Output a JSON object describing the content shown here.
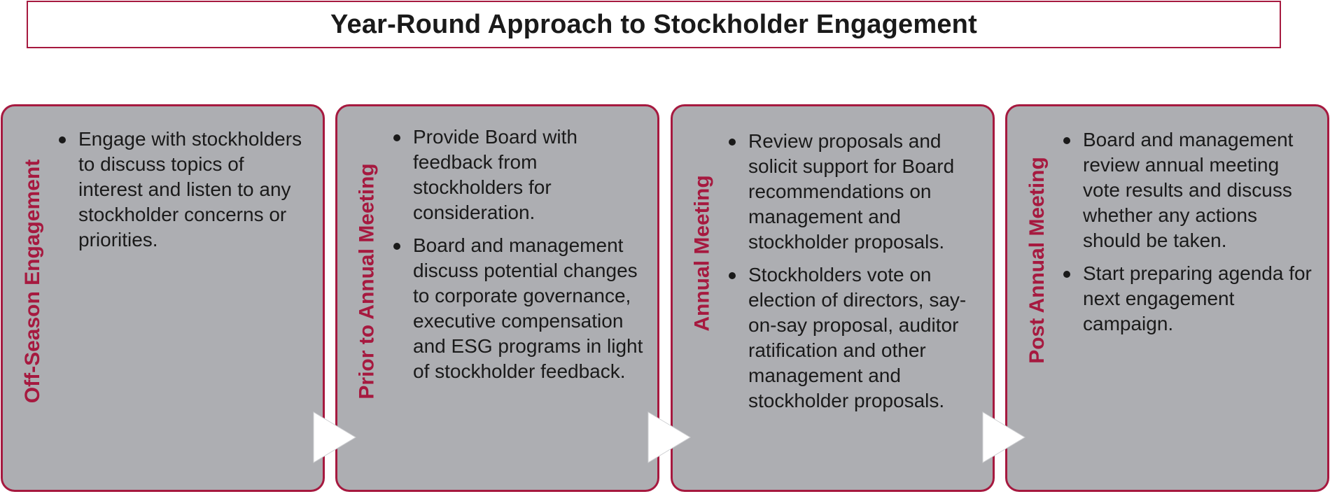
{
  "title": "Year-Round Approach to Stockholder Engagement",
  "colors": {
    "accent": "#a6193f",
    "panel_fill": "#adaeb2",
    "text": "#1a1a1a",
    "arrow": "#ffffff"
  },
  "stages": [
    {
      "label": "Off-Season Engagement",
      "bullets": [
        "Engage with stockholders to discuss topics of interest and listen to any stockholder concerns or priorities."
      ]
    },
    {
      "label": "Prior to Annual Meeting",
      "bullets": [
        "Provide Board with feedback from stockholders for consideration.",
        "Board and management discuss potential changes to corporate governance, executive compensation and ESG programs in light of stockholder feedback."
      ]
    },
    {
      "label": "Annual Meeting",
      "bullets": [
        "Review proposals and solicit support for Board recommendations on management and stockholder proposals.",
        "Stockholders vote on election of directors, say-on-say proposal, auditor ratification and other management and stockholder proposals."
      ]
    },
    {
      "label": "Post Annual Meeting",
      "bullets": [
        "Board and management review annual meeting vote results and discuss whether any actions should be taken.",
        "Start preparing agenda for next engagement campaign."
      ]
    }
  ]
}
